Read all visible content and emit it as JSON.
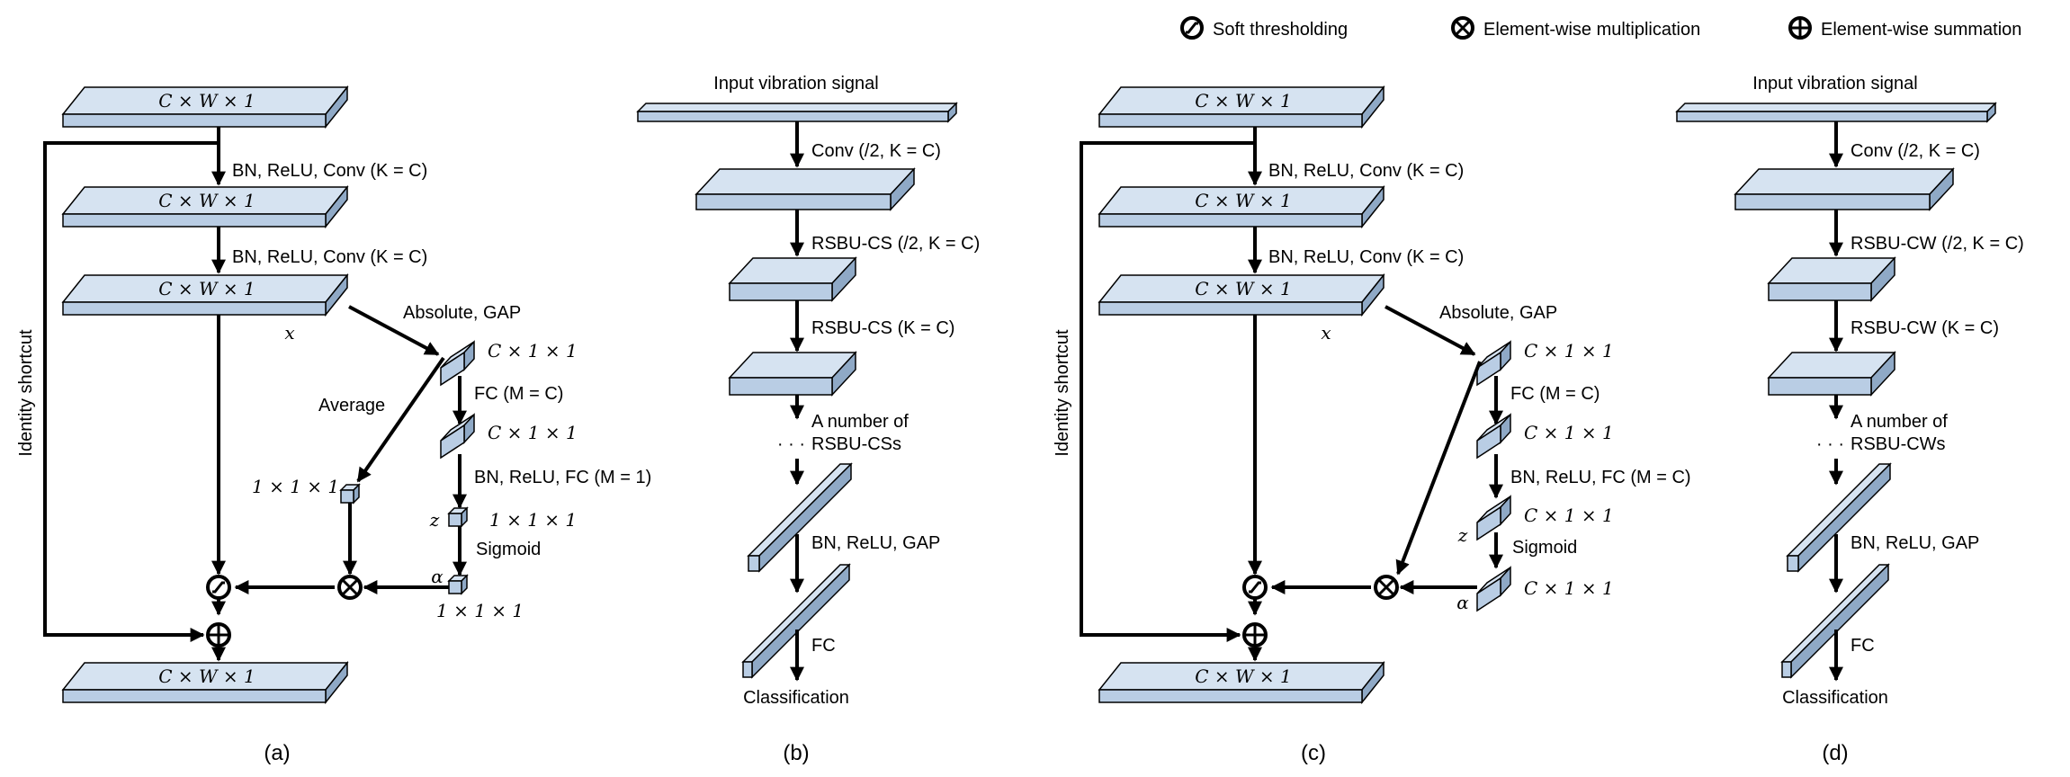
{
  "legend": {
    "soft_thresholding": "Soft thresholding",
    "element_wise_multiplication": "Element-wise multiplication",
    "element_wise_summation": "Element-wise summation"
  },
  "panel_a": {
    "caption": "(a)",
    "identity_shortcut": "Identity shortcut",
    "top_block": "C × W × 1",
    "bn_relu_conv_1": "BN, ReLU, Conv (K = C)",
    "middle_block": "C × W × 1",
    "bn_relu_conv_2": "BN, ReLU, Conv (K = C)",
    "feature_block": "C × W × 1",
    "x_label": "x",
    "absolute_gap": "Absolute, GAP",
    "gap_output": "C × 1 × 1",
    "average": "Average",
    "fc_1": "FC (M = C)",
    "fc_1_output": "C × 1 × 1",
    "average_output": "1 × 1 × 1",
    "bn_relu_fc": "BN, ReLU, FC (M = 1)",
    "z_label": "z",
    "fc_2_output": "1 × 1 × 1",
    "sigmoid": "Sigmoid",
    "alpha_label": "α",
    "alpha_output": "1 × 1 × 1",
    "bottom_block": "C × W × 1"
  },
  "panel_b": {
    "caption": "(b)",
    "input": "Input vibration signal",
    "conv": "Conv (/2, K = C)",
    "rsbu_1": "RSBU-CS (/2, K = C)",
    "rsbu_2": "RSBU-CS (K = C)",
    "dots": "· · ·",
    "number_of_1": "A number of",
    "number_of_2": "RSBU-CSs",
    "bn_relu_gap": "BN, ReLU, GAP",
    "fc": "FC",
    "classification": "Classification"
  },
  "panel_c": {
    "caption": "(c)",
    "identity_shortcut": "Identity shortcut",
    "top_block": "C × W × 1",
    "bn_relu_conv_1": "BN, ReLU, Conv (K = C)",
    "middle_block": "C × W × 1",
    "bn_relu_conv_2": "BN, ReLU, Conv (K = C)",
    "feature_block": "C × W × 1",
    "x_label": "x",
    "absolute_gap": "Absolute, GAP",
    "gap_output": "C × 1 × 1",
    "fc_1": "FC (M = C)",
    "fc_1_output": "C × 1 × 1",
    "bn_relu_fc": "BN, ReLU, FC (M = C)",
    "z_label": "z",
    "fc_2_output": "C × 1 × 1",
    "sigmoid": "Sigmoid",
    "alpha_label": "α",
    "alpha_output": "C × 1 × 1",
    "bottom_block": "C × W × 1"
  },
  "panel_d": {
    "caption": "(d)",
    "input": "Input vibration signal",
    "conv": "Conv (/2, K = C)",
    "rsbu_1": "RSBU-CW (/2, K = C)",
    "rsbu_2": "RSBU-CW (K = C)",
    "dots": "· · ·",
    "number_of_1": "A number of",
    "number_of_2": "RSBU-CWs",
    "bn_relu_gap": "BN, ReLU, GAP",
    "fc": "FC",
    "classification": "Classification"
  },
  "colors": {
    "block_front": "#b9cde4",
    "block_top": "#d6e3f1",
    "block_side": "#8fa9c6",
    "stroke": "#000000"
  }
}
